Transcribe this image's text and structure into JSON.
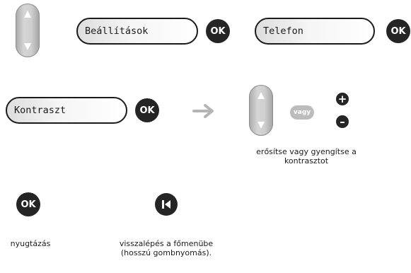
{
  "row1": {
    "display_key_1": "Beállítások",
    "ok_label": "OK",
    "display_key_2": "Telefon"
  },
  "row2": {
    "display_key": "Kontraszt",
    "ok_label": "OK",
    "or_label": "vagy",
    "plus_label": "+",
    "minus_label": "–",
    "caption": "erősítse vagy gyengítse a kontrasztot"
  },
  "row3": {
    "ok_label": "OK",
    "confirm_caption": "nyugtázás",
    "back_caption": "visszalépés a főmenübe (hosszú gombnyomás)."
  }
}
